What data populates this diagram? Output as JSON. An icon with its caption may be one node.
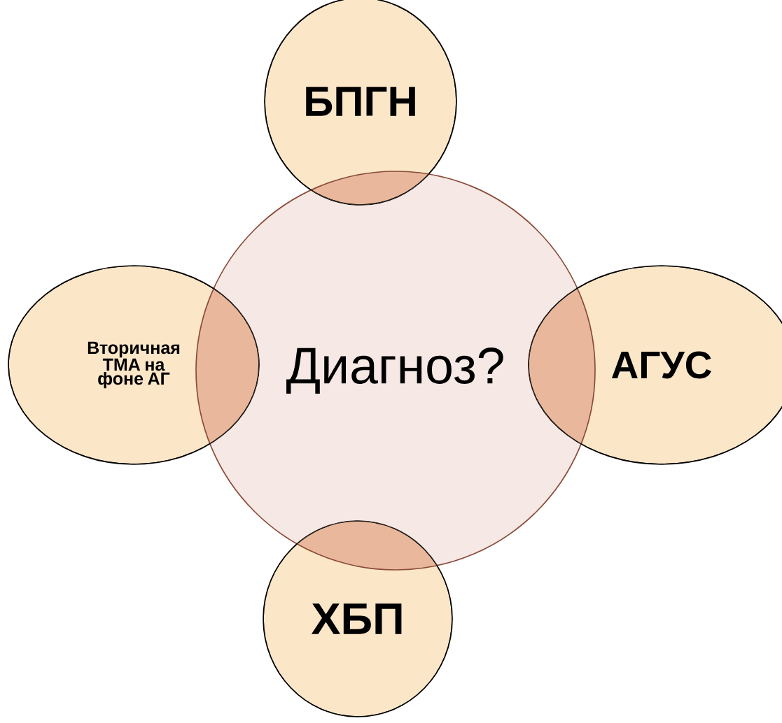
{
  "diagram": {
    "nodes": [
      {
        "text": [
          "БПГН"
        ]
      },
      {
        "text": [
          "Вторичная ТМА на фоне АГ"
        ]
      },
      {
        "text": [
          "Диагноз?"
        ]
      },
      {
        "text": [
          "АГУС"
        ]
      },
      {
        "text": [
          "ХБП"
        ]
      }
    ]
  }
}
